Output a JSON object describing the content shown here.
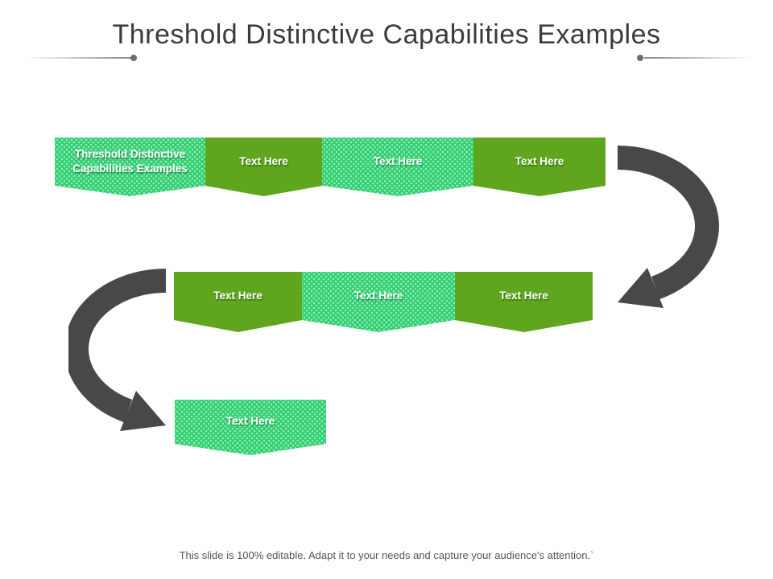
{
  "slide": {
    "title": "Threshold Distinctive Capabilities Examples",
    "footer": "This slide is 100% editable. Adapt it to your needs and capture your audience's attention.`"
  },
  "colors": {
    "bright_green": "#2dcf6e",
    "dark_green": "#5fa51d",
    "arrow_gray": "#484848",
    "title_text": "#3b3b3b",
    "banner_text": "#ffffff",
    "footer_text": "#555555"
  },
  "diagram": {
    "row1": [
      {
        "label": "Threshold Distinctive Capabilities Examples",
        "style": "bright"
      },
      {
        "label": "Text Here",
        "style": "dark"
      },
      {
        "label": "Text Here",
        "style": "bright"
      },
      {
        "label": "Text Here",
        "style": "dark"
      }
    ],
    "row2": [
      {
        "label": "Text Here",
        "style": "dark"
      },
      {
        "label": "Text Here",
        "style": "bright"
      },
      {
        "label": "Text Here",
        "style": "dark"
      }
    ],
    "row3": [
      {
        "label": "Text Here",
        "style": "bright"
      }
    ],
    "arrows": [
      {
        "name": "curved-arrow-right",
        "direction": "from row1 end down to row2 end"
      },
      {
        "name": "curved-arrow-left",
        "direction": "from row2 start down to row3 banner"
      }
    ]
  }
}
